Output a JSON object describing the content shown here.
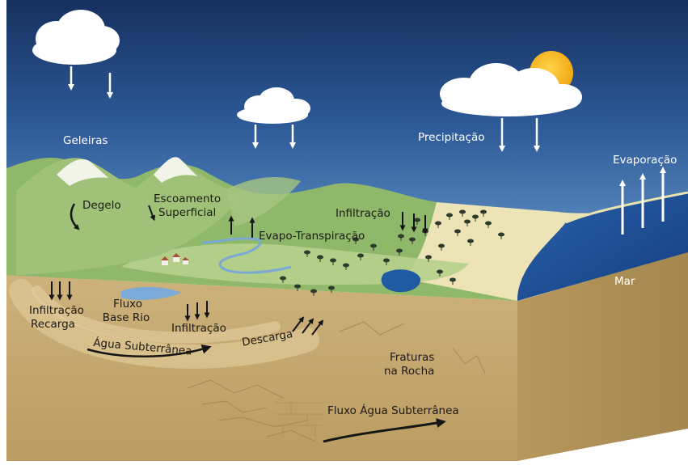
{
  "labels": {
    "geleiras": "Geleiras",
    "precipitacao": "Precipitação",
    "evaporacao": "Evaporação",
    "mar": "Mar",
    "degelo": "Degelo",
    "escoamento_1": "Escoamento",
    "escoamento_2": "Superficial",
    "infiltracao_top": "Infiltração",
    "evapo_transpiracao": "Evapo-Transpiração",
    "infiltracao_recarga_1": "Infiltração",
    "infiltracao_recarga_2": "Recarga",
    "fluxo_base_rio_1": "Fluxo",
    "fluxo_base_rio_2": "Base Rio",
    "infiltracao_mid": "Infiltração",
    "agua_subterranea": "Água Subterrânea",
    "descarga": "Descarga",
    "fraturas_1": "Fraturas",
    "fraturas_2": "na Rocha",
    "fluxo_agua_subterranea": "Fluxo Água Subterrânea"
  },
  "colors": {
    "sky_top": "#16305f",
    "sky_bottom": "#5d8fc3",
    "land_green": "#8fb86a",
    "sea": "#1c4f95",
    "soil": "#c3a672",
    "soil_side": "#b39358",
    "snow": "#f2f4ea",
    "sun": "#f5b51b",
    "arrow_white": "#ffffff",
    "arrow_dark": "#151515"
  }
}
